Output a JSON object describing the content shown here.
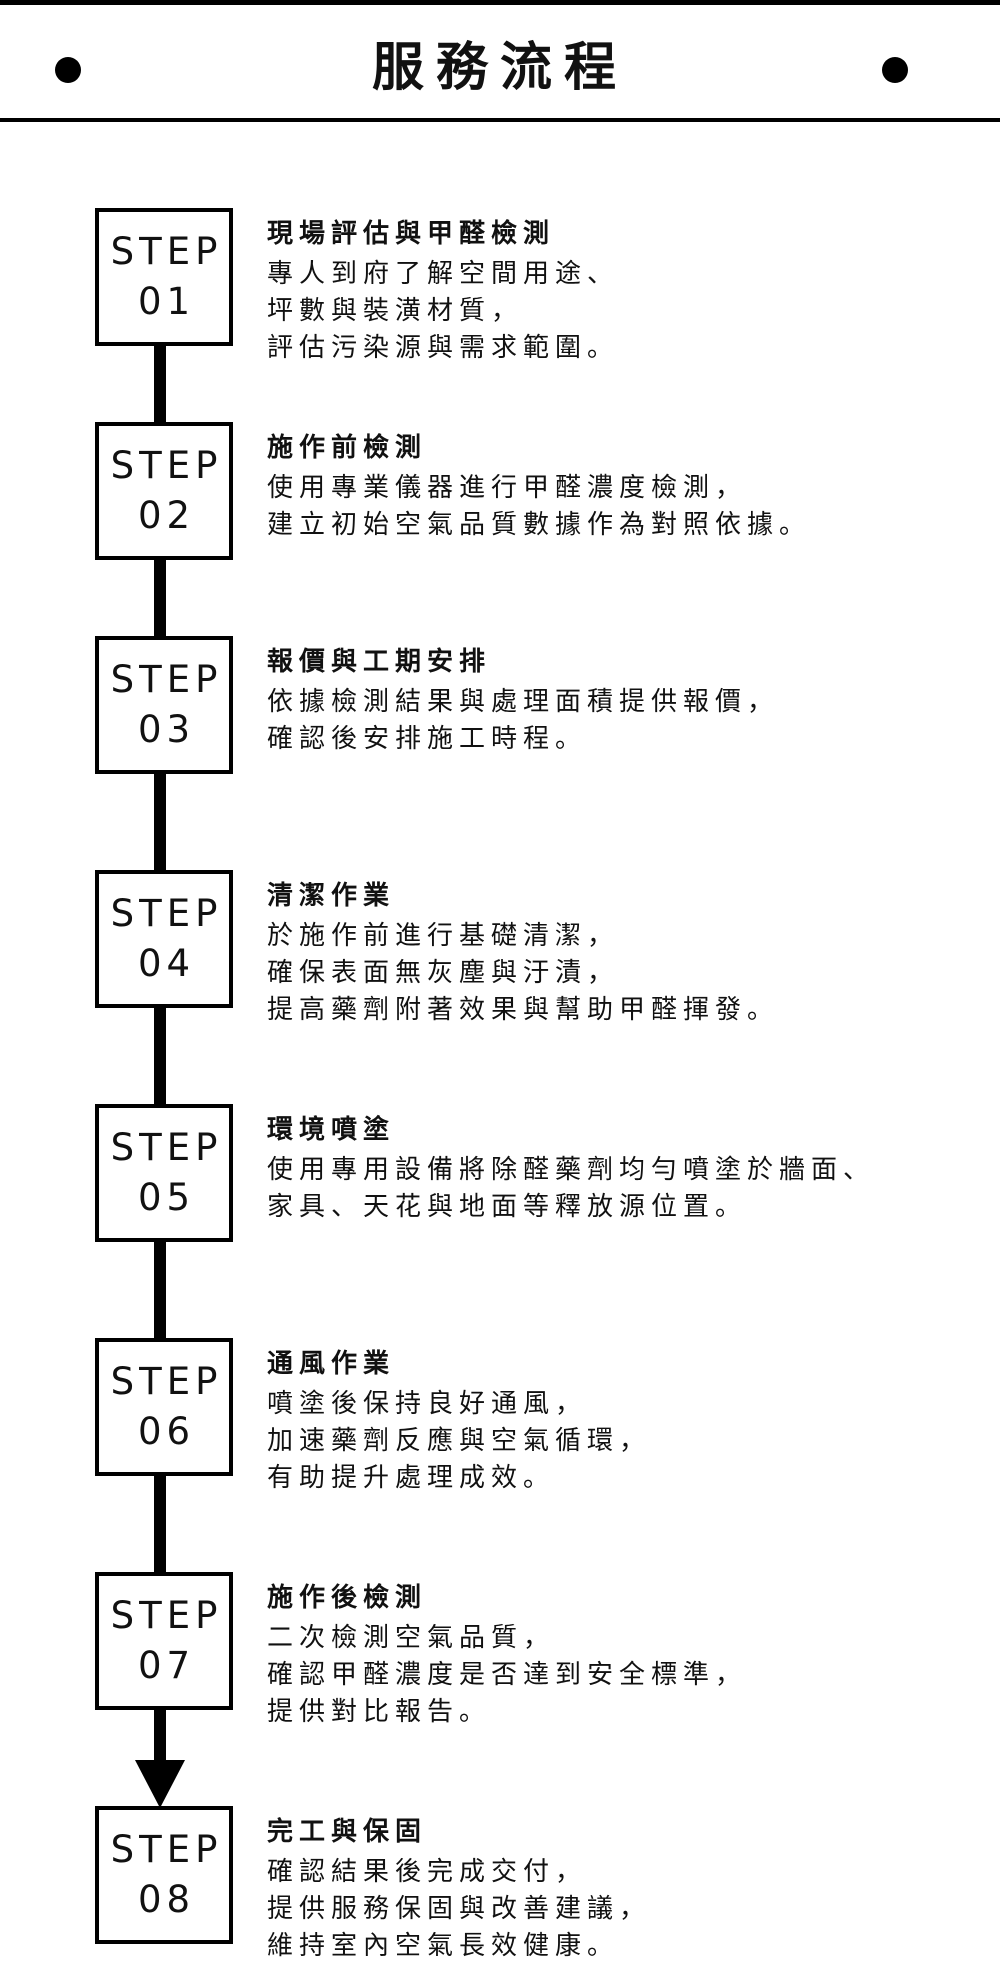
{
  "header": {
    "title": "服務流程"
  },
  "steps": [
    {
      "word": "STEP",
      "num": "01",
      "title": "現場評估與甲醛檢測",
      "lines": [
        "專人到府了解空間用途、",
        "坪數與裝潢材質，",
        "評估污染源與需求範圍。"
      ]
    },
    {
      "word": "STEP",
      "num": "02",
      "title": "施作前檢測",
      "lines": [
        "使用專業儀器進行甲醛濃度檢測，",
        "建立初始空氣品質數據作為對照依據。"
      ]
    },
    {
      "word": "STEP",
      "num": "03",
      "title": "報價與工期安排",
      "lines": [
        "依據檢測結果與處理面積提供報價，",
        "確認後安排施工時程。"
      ]
    },
    {
      "word": "STEP",
      "num": "04",
      "title": "清潔作業",
      "lines": [
        "於施作前進行基礎清潔，",
        "確保表面無灰塵與汙漬，",
        "提高藥劑附著效果與幫助甲醛揮發。"
      ]
    },
    {
      "word": "STEP",
      "num": "05",
      "title": "環境噴塗",
      "lines": [
        "使用專用設備將除醛藥劑均勻噴塗於牆面、",
        "家具、天花與地面等釋放源位置。"
      ]
    },
    {
      "word": "STEP",
      "num": "06",
      "title": "通風作業",
      "lines": [
        "噴塗後保持良好通風，",
        "加速藥劑反應與空氣循環，",
        "有助提升處理成效。"
      ]
    },
    {
      "word": "STEP",
      "num": "07",
      "title": "施作後檢測",
      "lines": [
        "二次檢測空氣品質，",
        "確認甲醛濃度是否達到安全標準，",
        "提供對比報告。"
      ]
    },
    {
      "word": "STEP",
      "num": "08",
      "title": "完工與保固",
      "lines": [
        "確認結果後完成交付，",
        "提供服務保固與改善建議，",
        "維持室內空氣長效健康。"
      ]
    }
  ]
}
